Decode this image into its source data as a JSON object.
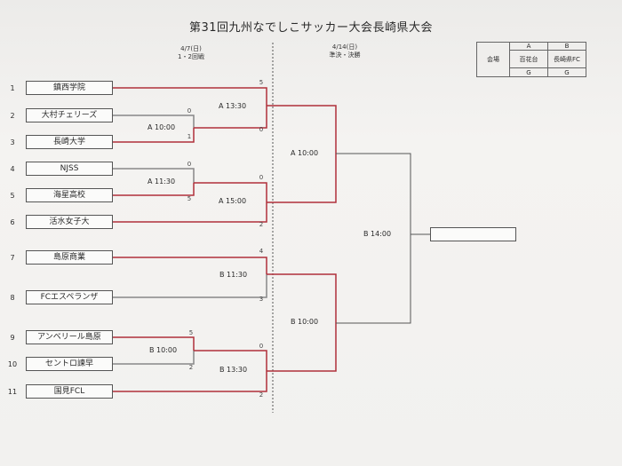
{
  "title": "第31回九州なでしこサッカー大会長崎県大会",
  "dates": {
    "round1": [
      "4/7(日)",
      "1・2回戦"
    ],
    "round2": [
      "4/14(日)",
      "準決・決勝"
    ]
  },
  "venue_table": {
    "label": "会場",
    "codes": [
      "A",
      "B"
    ],
    "names": [
      "百花台",
      "長崎県FC"
    ],
    "marks": [
      "G",
      "G"
    ]
  },
  "teams": [
    {
      "num": "1",
      "name": "鎮西学院"
    },
    {
      "num": "2",
      "name": "大村チェリーズ"
    },
    {
      "num": "3",
      "name": "長崎大学"
    },
    {
      "num": "4",
      "name": "NJSS"
    },
    {
      "num": "5",
      "name": "海星高校"
    },
    {
      "num": "6",
      "name": "活水女子大"
    },
    {
      "num": "7",
      "name": "島原商業"
    },
    {
      "num": "8",
      "name": "FCエスペランザ"
    },
    {
      "num": "9",
      "name": "アンベリール島原"
    },
    {
      "num": "10",
      "name": "セントロ諫早"
    },
    {
      "num": "11",
      "name": "国見FCL"
    }
  ],
  "matches": [
    {
      "label": "A 10:00",
      "scores": [
        "0",
        "1"
      ]
    },
    {
      "label": "A 11:30",
      "scores": [
        "0",
        "5"
      ]
    },
    {
      "label": "B 10:00",
      "scores": [
        "5",
        "2"
      ]
    },
    {
      "label": "A 13:30",
      "scores": [
        "5",
        "0"
      ]
    },
    {
      "label": "A 15:00",
      "scores": [
        "0",
        "2"
      ]
    },
    {
      "label": "B 11:30",
      "scores": [
        "4",
        "3"
      ]
    },
    {
      "label": "B 13:30",
      "scores": [
        "0",
        "2"
      ]
    },
    {
      "label": "A 10:00",
      "scores": []
    },
    {
      "label": "B 10:00",
      "scores": []
    },
    {
      "label": "B 14:00",
      "scores": []
    }
  ],
  "colors": {
    "winner_line": "#b0303a",
    "loser_line": "#888888",
    "divider": "#555555"
  }
}
